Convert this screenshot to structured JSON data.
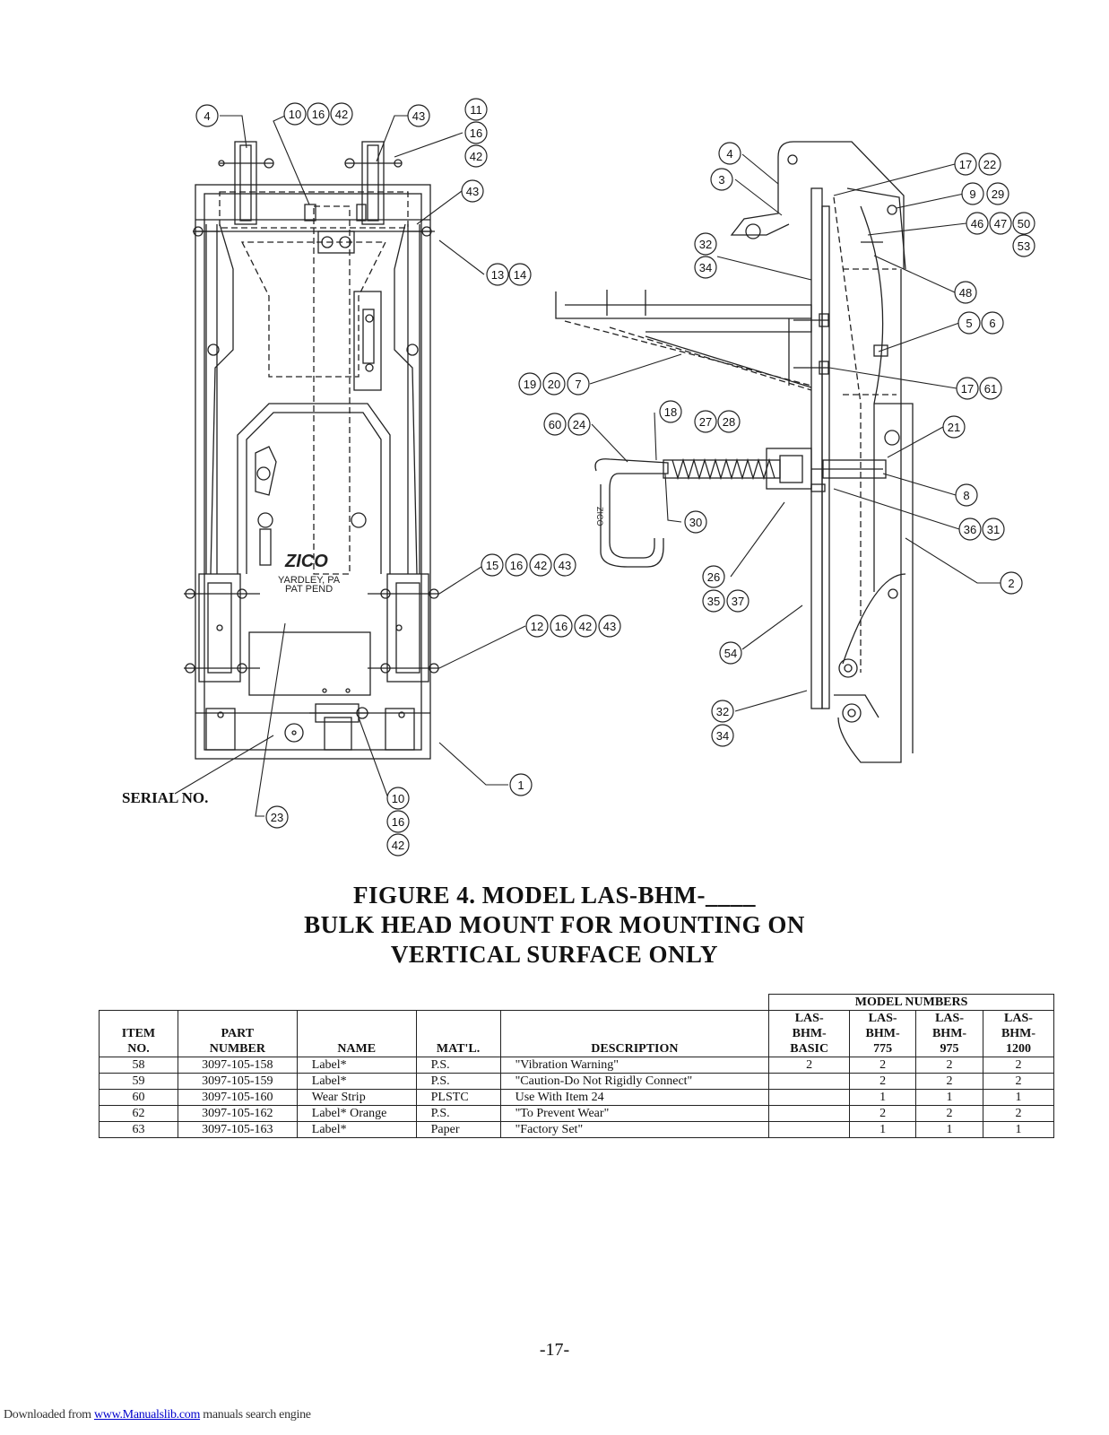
{
  "figure": {
    "caption_line1": "FIGURE 4.   MODEL LAS-BHM-____",
    "caption_line2": "BULK HEAD MOUNT FOR MOUNTING ON",
    "caption_line3": "VERTICAL SURFACE ONLY",
    "serial_label": "SERIAL NO.",
    "logo_text": "ZICO",
    "plate_line1": "YARDLEY, PA",
    "plate_line2": "PAT PEND",
    "callouts_front": [
      "4",
      "10",
      "16",
      "42",
      "43",
      "11",
      "16",
      "42",
      "43",
      "13",
      "14",
      "15",
      "16",
      "42",
      "43",
      "12",
      "16",
      "42",
      "43",
      "1",
      "10",
      "16",
      "42",
      "23"
    ],
    "callouts_side": [
      "4",
      "3",
      "17",
      "22",
      "9",
      "29",
      "46",
      "47",
      "50",
      "53",
      "32",
      "34",
      "48",
      "5",
      "6",
      "19",
      "20",
      "7",
      "17",
      "61",
      "60",
      "24",
      "18",
      "27",
      "28",
      "21",
      "8",
      "30",
      "36",
      "31",
      "26",
      "35",
      "37",
      "2",
      "54",
      "32",
      "34"
    ]
  },
  "table": {
    "group_header": "MODEL NUMBERS",
    "headers": {
      "item_line1": "ITEM",
      "item_line2": "NO.",
      "part_line1": "PART",
      "part_line2": "NUMBER",
      "name": "NAME",
      "matl": "MAT'L.",
      "description": "DESCRIPTION",
      "m1_line1": "LAS-",
      "m1_line2": "BHM-",
      "m1_line3": "BASIC",
      "m2_line1": "LAS-",
      "m2_line2": "BHM-",
      "m2_line3": "775",
      "m3_line1": "LAS-",
      "m3_line2": "BHM-",
      "m3_line3": "975",
      "m4_line1": "LAS-",
      "m4_line2": "BHM-",
      "m4_line3": "1200"
    },
    "rows": [
      {
        "item": "58",
        "part": "3097-105-158",
        "name": "Label*",
        "matl": "P.S.",
        "description": "\"Vibration Warning\"",
        "basic": "2",
        "m775": "2",
        "m975": "2",
        "m1200": "2"
      },
      {
        "item": "59",
        "part": "3097-105-159",
        "name": "Label*",
        "matl": "P.S.",
        "description": "\"Caution-Do Not Rigidly Connect\"",
        "basic": "",
        "m775": "2",
        "m975": "2",
        "m1200": "2"
      },
      {
        "item": "60",
        "part": "3097-105-160",
        "name": "Wear Strip",
        "matl": "PLSTC",
        "description": "Use With Item 24",
        "basic": "",
        "m775": "1",
        "m975": "1",
        "m1200": "1"
      },
      {
        "item": "62",
        "part": "3097-105-162",
        "name": "Label* Orange",
        "matl": "P.S.",
        "description": "\"To Prevent Wear\"",
        "basic": "",
        "m775": "2",
        "m975": "2",
        "m1200": "2"
      },
      {
        "item": "63",
        "part": "3097-105-163",
        "name": "Label*",
        "matl": "Paper",
        "description": "\"Factory Set\"",
        "basic": "",
        "m775": "1",
        "m975": "1",
        "m1200": "1"
      }
    ]
  },
  "page_number": "-17-",
  "footer": {
    "prefix": "Downloaded from ",
    "link": "www.Manualslib.com",
    "suffix": "  manuals search engine"
  }
}
